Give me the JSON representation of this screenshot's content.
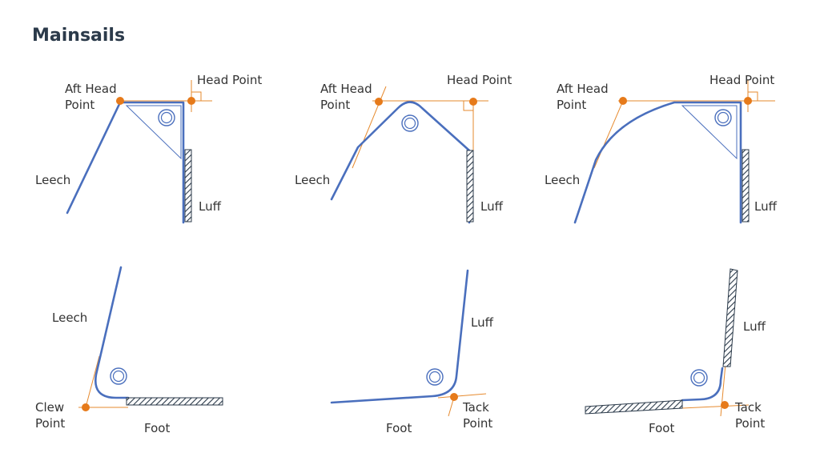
{
  "title": "Mainsails",
  "colors": {
    "sail": "#4a6fbd",
    "guide": "#e68a2e",
    "point": "#e67a1a",
    "text": "#333333",
    "title": "#2b3a4a"
  },
  "labels": {
    "aft_head_point_1": "Aft Head",
    "aft_head_point_2": "Point",
    "head_point": "Head Point",
    "leech": "Leech",
    "luff": "Luff",
    "clew_point_1": "Clew",
    "clew_point_2": "Point",
    "tack_point_1": "Tack",
    "tack_point_2": "Point",
    "foot": "Foot"
  }
}
